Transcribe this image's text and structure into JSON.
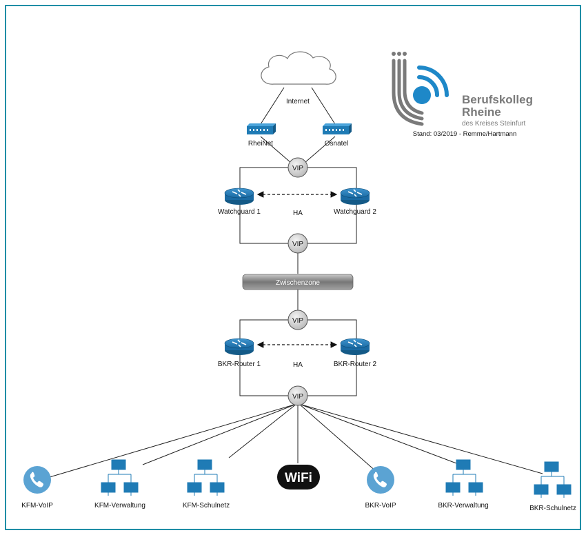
{
  "logo": {
    "line1": "Berufskolleg",
    "line2": "Rheine",
    "line3": "des Kreises Steinfurt",
    "stand": "Stand: 03/2019 - Remme/Hartmann"
  },
  "nodes": {
    "internet": "Internet",
    "isp_left": "RheiNet",
    "isp_right": "Osnatel",
    "vip": "VIP",
    "fw_left": "Watchguard 1",
    "fw_right": "Watchguard 2",
    "ha": "HA",
    "zone": "Zwischenzone",
    "rt_left": "BKR-Router 1",
    "rt_right": "BKR-Router 2",
    "wifi": "WiFi"
  },
  "endpoints": [
    {
      "label": "KFM-VoIP",
      "kind": "phone"
    },
    {
      "label": "KFM-Verwaltung",
      "kind": "network"
    },
    {
      "label": "KFM-Schulnetz",
      "kind": "network"
    },
    {
      "label": "",
      "kind": "wifi"
    },
    {
      "label": "BKR-VoIP",
      "kind": "phone"
    },
    {
      "label": "BKR-Verwaltung",
      "kind": "network"
    },
    {
      "label": "BKR-Schulnetz",
      "kind": "network"
    }
  ],
  "colors": {
    "frame": "#1f8ea6",
    "device_blue": "#1f7bb5",
    "logo_gray": "#7a7a7a",
    "logo_blue": "#1e88c8",
    "phone_blue": "#5ba3d3"
  }
}
